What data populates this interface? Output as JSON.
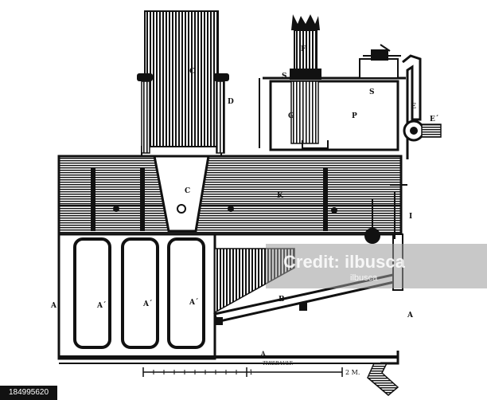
{
  "labels": {
    "chimney": "C",
    "flue": "C",
    "dome": "D",
    "feed_tube": "F",
    "s_left": "S",
    "s_right": "S",
    "g": "G",
    "p": "P",
    "e": "E",
    "e_prime": "E´",
    "k": "K",
    "i": "I",
    "a_left": "A",
    "a_prime_1": "A´",
    "a_prime_2": "A´",
    "a_prime_3": "A´",
    "b": "B",
    "a_bottom": "A",
    "a_right": "A"
  },
  "scale": {
    "one": "1",
    "two": "2 M.",
    "engraver": "THIEBAULT."
  },
  "watermark": {
    "main": "Credit: ilbusca",
    "short": "ilbusca"
  },
  "image_id": "184995620",
  "colors": {
    "ink": "#111111",
    "paper": "#ffffff"
  }
}
